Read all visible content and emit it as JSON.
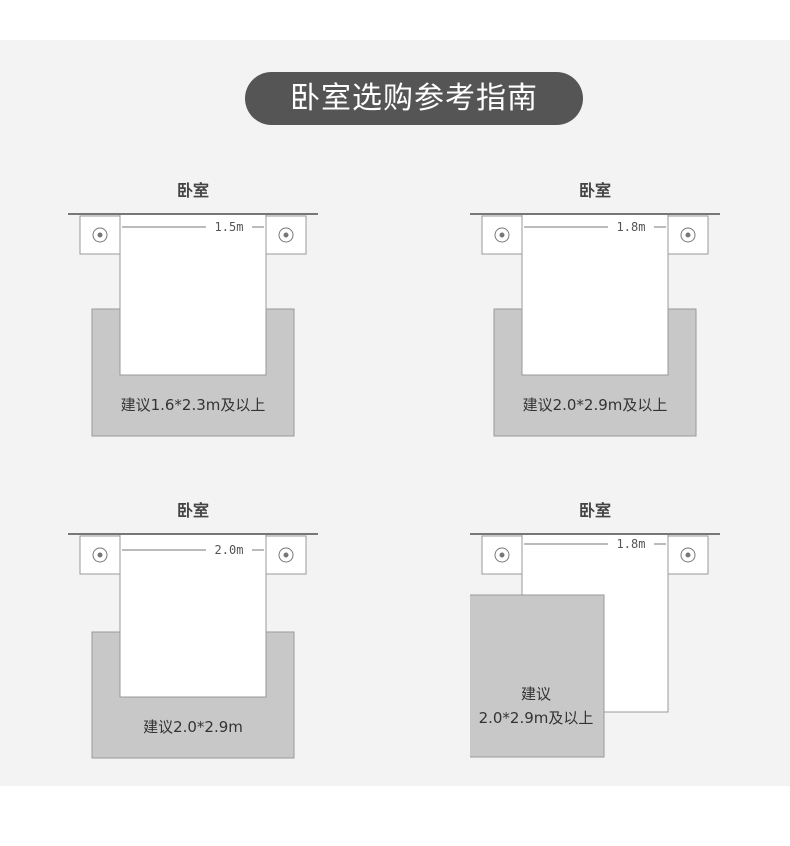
{
  "title": "卧室选购参考指南",
  "diagrams": [
    {
      "room_label": "卧室",
      "bed_width": "1.5m",
      "rug_text_line1": "建议1.6*2.3m及以上",
      "rug_text_line2": ""
    },
    {
      "room_label": "卧室",
      "bed_width": "1.8m",
      "rug_text_line1": "建议2.0*2.9m及以上",
      "rug_text_line2": ""
    },
    {
      "room_label": "卧室",
      "bed_width": "2.0m",
      "rug_text_line1": "建议2.0*2.9m",
      "rug_text_line2": ""
    },
    {
      "room_label": "卧室",
      "bed_width": "1.8m",
      "rug_text_line1": "建议",
      "rug_text_line2": "2.0*2.9m及以上"
    }
  ],
  "colors": {
    "pill": "#555555",
    "rug": "#c8c8c8",
    "rug_border": "#9a9a9a",
    "line": "#888888",
    "panel": "#f3f3f3"
  }
}
